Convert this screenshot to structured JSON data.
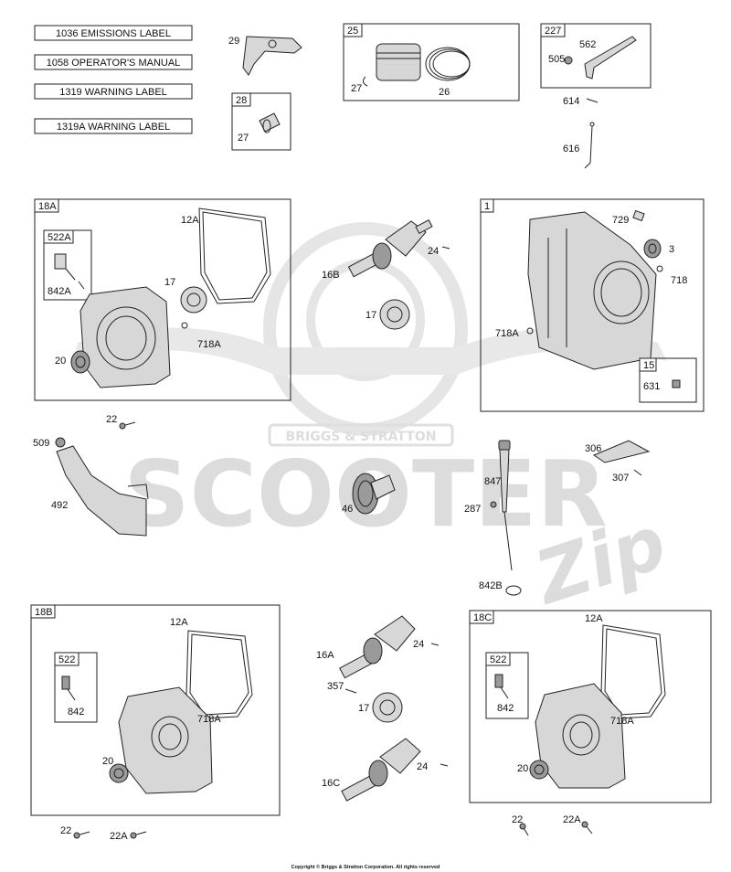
{
  "doc_labels": [
    "1036 EMISSIONS LABEL",
    "1058 OPERATOR'S MANUAL",
    "1319 WARNING LABEL",
    "1319A WARNING LABEL"
  ],
  "group_tags": {
    "g25": "25",
    "g28": "28",
    "g227": "227",
    "g18a": "18A",
    "g522a": "522A",
    "g1": "1",
    "g15": "15",
    "g18b": "18B",
    "g522b": "522",
    "g18c": "18C",
    "g522c": "522"
  },
  "callouts": {
    "c29": "29",
    "c27a": "27",
    "c26": "26",
    "c27b": "27",
    "c562": "562",
    "c505": "505",
    "c614": "614",
    "c616": "616",
    "c12a_1": "12A",
    "c842a": "842A",
    "c17_1": "17",
    "c718a_1": "718A",
    "c20_1": "20",
    "c24_1": "24",
    "c16b": "16B",
    "c17_2": "17",
    "c729": "729",
    "c3": "3",
    "c718": "718",
    "c718a_2": "718A",
    "c631": "631",
    "c22_1": "22",
    "c509": "509",
    "c492": "492",
    "c46": "46",
    "c847": "847",
    "c287": "287",
    "c842b": "842B",
    "c306": "306",
    "c307": "307",
    "c12a_2": "12A",
    "c842_1": "842",
    "c718a_3": "718A",
    "c20_2": "20",
    "c16a": "16A",
    "c24_2": "24",
    "c357": "357",
    "c17_3": "17",
    "c24_3": "24",
    "c16c": "16C",
    "c12a_3": "12A",
    "c842_2": "842",
    "c718a_4": "718A",
    "c20_3": "20",
    "c22_2": "22",
    "c22a_1": "22A",
    "c22_3": "22",
    "c22a_2": "22A"
  },
  "watermark": {
    "brand": "BRIGGS & STRATTON",
    "word": "SCOOTER",
    "script": "Zip"
  },
  "copyright": "Copyright © Briggs & Stratton Corporation. All rights reserved"
}
